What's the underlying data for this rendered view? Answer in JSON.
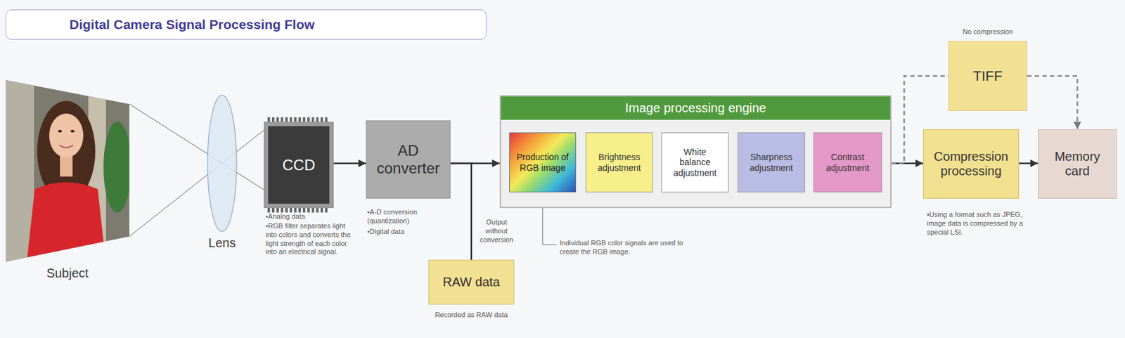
{
  "diagram": {
    "title": "Digital Camera Signal Processing Flow",
    "nodes": [
      {
        "text": [
          "CCD"
        ]
      },
      {
        "text": [
          "AD converter"
        ]
      },
      {
        "text": [
          "RAW data"
        ]
      },
      {
        "text": [
          "Image processing engine"
        ]
      },
      {
        "text": [
          "Production of RGB image"
        ],
        "in": 3
      },
      {
        "text": [
          "Brightness adjustment"
        ],
        "in": 3
      },
      {
        "text": [
          "White balance adjustment"
        ],
        "in": 3
      },
      {
        "text": [
          "Sharpness adjustment"
        ],
        "in": 3
      },
      {
        "text": [
          "Contrast adjustment"
        ],
        "in": 3
      },
      {
        "text": [
          "TIFF"
        ]
      },
      {
        "text": [
          "Compression processing"
        ]
      },
      {
        "text": [
          "Memory card"
        ]
      }
    ],
    "edges": [
      {
        "from": 0,
        "to": 1,
        "arrow": "to"
      },
      {
        "from": 1,
        "to": 3,
        "arrow": "to"
      },
      {
        "from": 1,
        "to": 2,
        "arrow": "none"
      },
      {
        "from": 3,
        "to": 10,
        "arrow": "to"
      },
      {
        "from": 3,
        "to": 9,
        "arrow": "none"
      },
      {
        "from": 9,
        "to": 11,
        "arrow": "to"
      },
      {
        "from": 10,
        "to": 11,
        "arrow": "to"
      }
    ],
    "labels": [
      "Subject",
      "Lens",
      "•Analog data",
      "•RGB filter separates light into colors and converts the light strength of each color into an electrical signal.",
      "•A-D conversion (quantization)",
      "•Digital data",
      "Output without conversion",
      "Recorded as RAW data",
      "Individual RGB color signals are used to create the RGB image.",
      "No compression",
      "•Using a format such as JPEG, image data is compressed by a special LSI."
    ]
  }
}
